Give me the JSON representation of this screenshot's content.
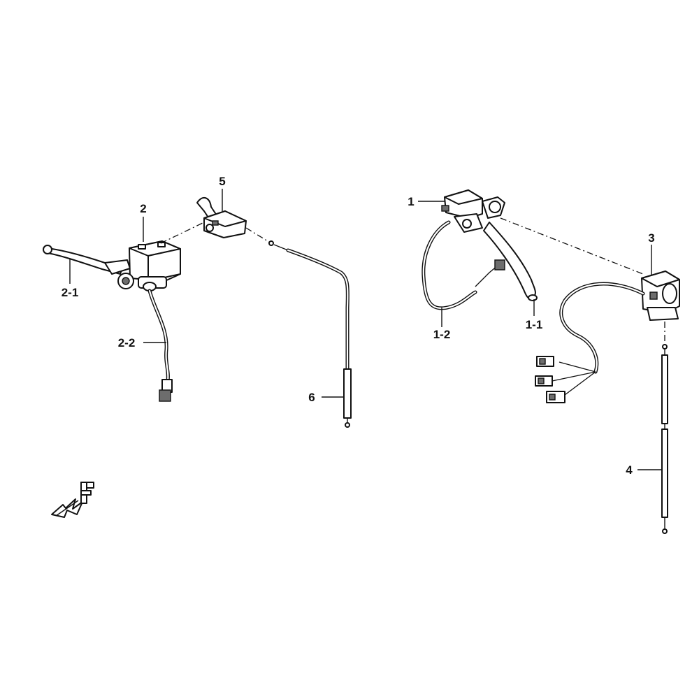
{
  "diagram": {
    "callouts": [
      {
        "id": "c-2",
        "text": "2"
      },
      {
        "id": "c-2-1",
        "text": "2-1"
      },
      {
        "id": "c-2-2",
        "text": "2-2"
      },
      {
        "id": "c-5",
        "text": "5"
      },
      {
        "id": "c-6",
        "text": "6"
      },
      {
        "id": "c-1",
        "text": "1"
      },
      {
        "id": "c-1-2",
        "text": "1-2"
      },
      {
        "id": "c-1-1",
        "text": "1-1"
      },
      {
        "id": "c-3",
        "text": "3"
      },
      {
        "id": "c-4",
        "text": "4"
      }
    ],
    "direction_marker": {
      "letter": "F",
      "icon": "front-direction-arrow-icon"
    }
  }
}
